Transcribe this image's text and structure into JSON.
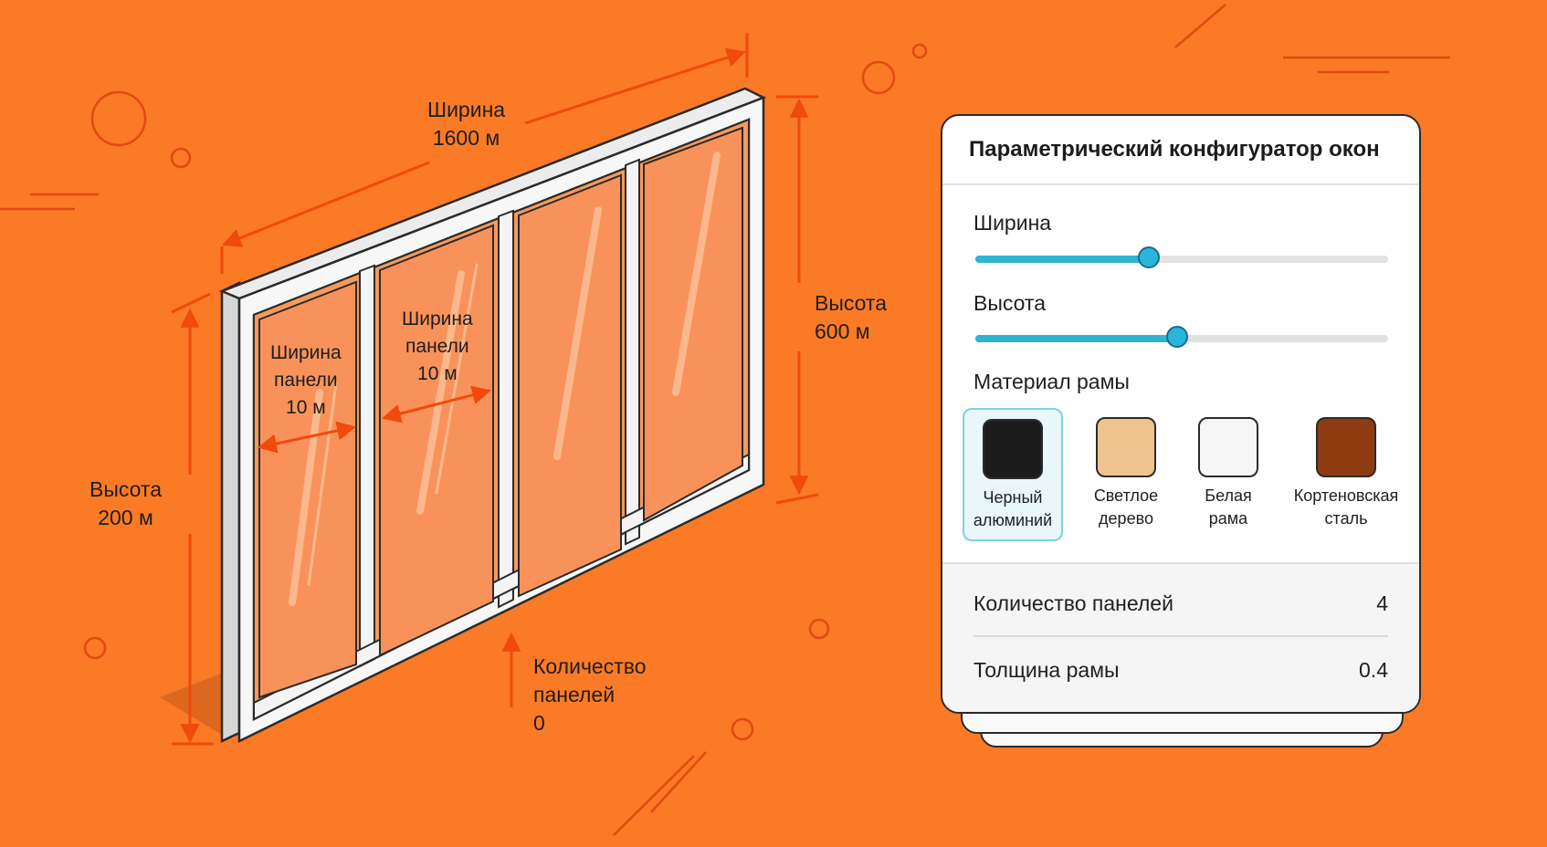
{
  "canvas": {
    "labels": {
      "width_top": [
        "Ширина",
        "1600 м"
      ],
      "height_right": [
        "Высота",
        "600 м"
      ],
      "height_left": [
        "Высота",
        "200 м"
      ],
      "panel_width_1": [
        "Ширина",
        "панели",
        "10 м"
      ],
      "panel_width_2": [
        "Ширина",
        "панели",
        "10 м"
      ],
      "panel_count": [
        "Количество",
        "панелей",
        "0"
      ]
    }
  },
  "panel": {
    "title": "Параметрический конфигуратор окон",
    "width_slider": {
      "label": "Ширина",
      "value_fraction": 0.42
    },
    "height_slider": {
      "label": "Высота",
      "value_fraction": 0.49
    },
    "material": {
      "label": "Материал рамы",
      "options": [
        {
          "line1": "Черный",
          "line2": "алюминий",
          "color": "#1c1c1c",
          "selected": true
        },
        {
          "line1": "Светлое",
          "line2": "дерево",
          "color": "#efc38e",
          "selected": false
        },
        {
          "line1": "Белая",
          "line2": "рама",
          "color": "#f6f6f6",
          "selected": false
        },
        {
          "line1": "Кортеновская",
          "line2": "сталь",
          "color": "#8e3b12",
          "selected": false
        }
      ]
    },
    "stats": [
      {
        "label": "Количество панелей",
        "value": "4"
      },
      {
        "label": "Толщина рамы",
        "value": "0.4"
      }
    ]
  },
  "colors": {
    "background": "#fa7a26",
    "accent_line": "#f04a0c",
    "slider_accent": "#2fb3d6"
  }
}
